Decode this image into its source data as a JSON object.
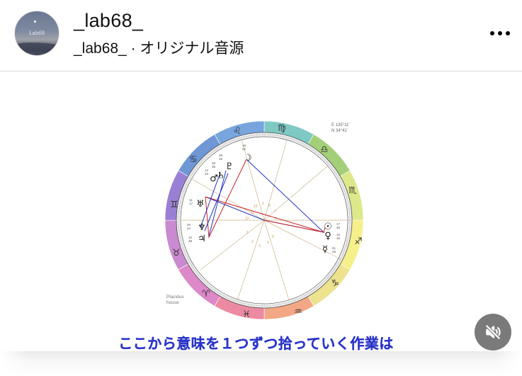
{
  "header": {
    "avatar_label": "Lab68",
    "username": "_lab68_",
    "subline_user": "_lab68_",
    "subline_separator": " · ",
    "audio_label": "オリジナル音源",
    "more_icon": "more-horizontal-icon"
  },
  "video": {
    "chart": {
      "coordinates_line1": "E 135°11'",
      "coordinates_line2": "N 34°41'",
      "house_system_line1": "Placidus",
      "house_system_line2": "house",
      "zodiac_signs": [
        "♌",
        "♍",
        "♎",
        "♏",
        "♐",
        "♑",
        "♒",
        "♓",
        "♈",
        "♉",
        "♊",
        "♋"
      ],
      "planets": [
        {
          "symbol": "☽",
          "name": "Moon",
          "deg": "18",
          "min": "01"
        },
        {
          "symbol": "♇",
          "name": "Pluto",
          "deg": "29",
          "min": "35"
        },
        {
          "symbol": "♄",
          "name": "Saturn",
          "deg": "30",
          "min": "39"
        },
        {
          "symbol": "♂",
          "name": "Mars",
          "deg": "12",
          "min": "34"
        },
        {
          "symbol": "♅",
          "name": "Uranus",
          "deg": "11",
          "min": "17"
        },
        {
          "symbol": "♆",
          "name": "Neptune",
          "deg": "00",
          "min": "24"
        },
        {
          "symbol": "♃",
          "name": "Jupiter",
          "deg": "10",
          "min": "39"
        },
        {
          "symbol": "☉",
          "name": "Sun",
          "deg": "17",
          "min": "48"
        },
        {
          "symbol": "♀",
          "name": "Venus",
          "deg": "15",
          "min": "45"
        },
        {
          "symbol": "☿",
          "name": "Mercury",
          "deg": "01",
          "min": "26"
        }
      ],
      "house_numbers": [
        "1",
        "2",
        "3",
        "4",
        "5",
        "6",
        "7",
        "8",
        "9",
        "10",
        "11",
        "12"
      ]
    },
    "caption": "ここから意味を１つずつ拾っていく作業は",
    "mute_icon": "speaker-muted-icon"
  },
  "colors": {
    "caption": "#2a36c9",
    "aspect_red": "#cc2222",
    "aspect_blue": "#2233bb",
    "house_line": "#c9b48a",
    "mute_bg": "#7a7a7a"
  }
}
